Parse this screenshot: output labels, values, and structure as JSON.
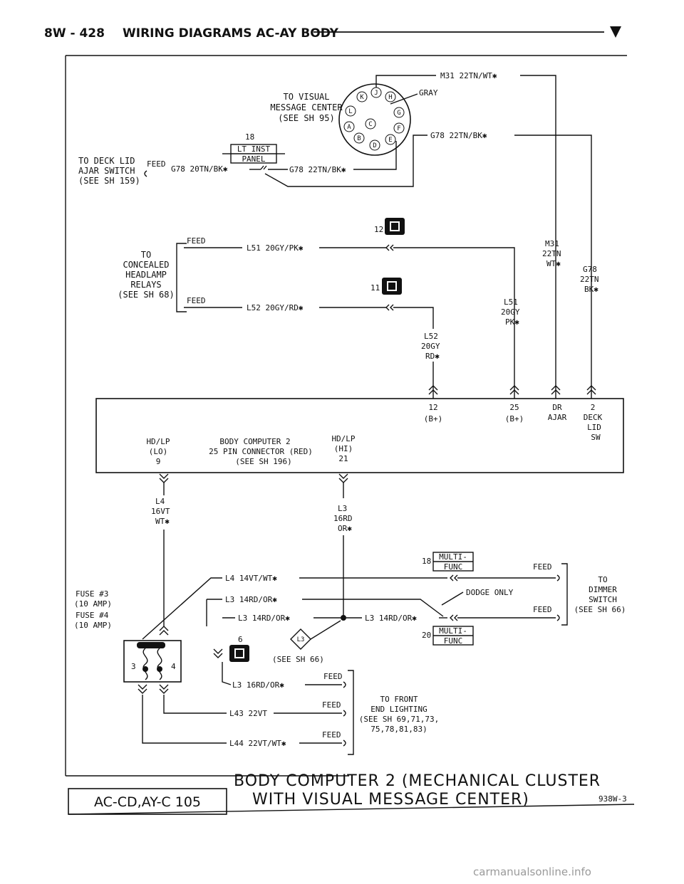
{
  "header": {
    "page_ref": "8W - 428",
    "title": "WIRING DIAGRAMS AC-AY BODY"
  },
  "top": {
    "vmc": [
      "TO VISUAL",
      "MESSAGE CENTER",
      "(SEE SH 95)"
    ],
    "connector_num": "18",
    "panel_name": [
      "LT INST",
      "PANEL"
    ],
    "deck_lid": [
      "TO DECK LID",
      "AJAR SWITCH",
      "(SEE SH 159)"
    ],
    "feed": "FEED",
    "wire_g78_left": "G78 20TN/BK✱",
    "wire_g78_mid": "G78 22TN/BK✱",
    "wire_g78_right": "G78 22TN/BK✱",
    "wire_m31": "M31 22TN/WT✱",
    "gray": "GRAY",
    "pins": [
      "K",
      "J",
      "H",
      "L",
      "G",
      "A",
      "C",
      "F",
      "B",
      "E",
      "D"
    ]
  },
  "middle": {
    "conn12": "12",
    "conn11": "11",
    "concealed": [
      "TO",
      "CONCEALED",
      "HEADLAMP",
      "RELAYS",
      "(SEE SH 68)"
    ],
    "feed": "FEED",
    "wire_l51": "L51 20GY/PK✱",
    "wire_l52": "L52 20GY/RD✱",
    "l51_v": [
      "L51",
      "20GY",
      "PK✱"
    ],
    "l52_v": [
      "L52",
      "20GY",
      "RD✱"
    ],
    "m31_v": [
      "M31",
      "22TN",
      "WT✱"
    ],
    "g78_v": [
      "G78",
      "22TN",
      "BK✱"
    ]
  },
  "body_computer": {
    "pin12": [
      "12",
      "(B+)"
    ],
    "pin25": [
      "25",
      "(B+)"
    ],
    "pin_dr": [
      "DR",
      "AJAR"
    ],
    "pin2": [
      "2",
      "DECK",
      "LID",
      "SW"
    ],
    "hdlp_lo": [
      "HD/LP",
      "(LO)",
      "9"
    ],
    "name": [
      "BODY COMPUTER 2",
      "25 PIN CONNECTOR (RED)",
      "(SEE SH 196)"
    ],
    "hdlp_hi": [
      "HD/LP",
      "(HI)",
      "21"
    ]
  },
  "lower": {
    "l4_v": [
      "L4",
      "16VT",
      "WT✱"
    ],
    "l3_v": [
      "L3",
      "16RD",
      "OR✱"
    ],
    "multi_top": [
      "18",
      "MULTI-",
      "FUNC"
    ],
    "multi_bot": [
      "20",
      "MULTI-",
      "FUNC"
    ],
    "feed": "FEED",
    "wire_l4": "L4 14VT/WT✱",
    "wire_l3a": "L3 14RD/OR✱",
    "wire_l3b": "L3 14RD/OR✱",
    "wire_l3c": "L3 14RD/OR✱",
    "dodge_only": "DODGE ONLY",
    "dimmer": [
      "TO",
      "DIMMER",
      "SWITCH",
      "(SEE SH 66)"
    ],
    "fuse": [
      "FUSE #3",
      "(10 AMP)",
      "FUSE #4",
      "(10 AMP)"
    ],
    "fuse_pins": [
      "3",
      "4"
    ],
    "conn6": "6",
    "splice": "L3",
    "see66": "(SEE SH 66)",
    "wire_l3_16": "L3 16RD/OR✱",
    "wire_l43": "L43 22VT",
    "wire_l44": "L44 22VT/WT✱",
    "front_end": [
      "TO FRONT",
      "END LIGHTING",
      "(SEE SH 69,71,73,",
      "75,78,81,83)"
    ]
  },
  "footer": {
    "code": "AC-CD,AY-C 105",
    "title1": "BODY COMPUTER 2 (MECHANICAL CLUSTER",
    "title2": "WITH VISUAL MESSAGE CENTER)",
    "fig": "938W-3",
    "watermark": "carmanualsonline.info"
  }
}
